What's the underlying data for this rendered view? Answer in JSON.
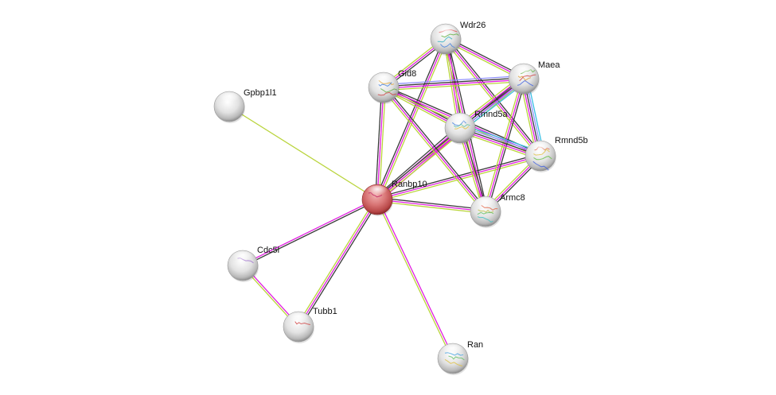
{
  "diagram": {
    "type": "protein-interaction-network",
    "edge_colors": {
      "experimental": "#e11de1",
      "database": "#39bfe4",
      "textmining": "#b9d43b",
      "coexpression": "#3a3a3a",
      "homology": "#8f8fff",
      "neighborhood": "#2f2f2f"
    },
    "nodes": [
      {
        "id": "Wdr26",
        "label": "Wdr26",
        "query": false,
        "structure_colors": [
          "#e05050",
          "#60b040",
          "#30b0c0",
          "#4080e0"
        ]
      },
      {
        "id": "Gid8",
        "label": "Gid8",
        "query": false,
        "structure_colors": [
          "#e0a030",
          "#4080e0",
          "#60b040",
          "#d04040"
        ]
      },
      {
        "id": "Maea",
        "label": "Maea",
        "query": false,
        "structure_colors": [
          "#60b040",
          "#e0a030",
          "#d04040",
          "#4060e0"
        ]
      },
      {
        "id": "Rmnd5a",
        "label": "Rmnd5a",
        "query": false,
        "structure_colors": [
          "#4080e0",
          "#60c0a0",
          "#e0c040"
        ]
      },
      {
        "id": "Rmnd5b",
        "label": "Rmnd5b",
        "query": false,
        "structure_colors": [
          "#e06040",
          "#e0c040",
          "#60c040",
          "#4060e0"
        ]
      },
      {
        "id": "Armc8",
        "label": "Armc8",
        "query": false,
        "structure_colors": [
          "#e06040",
          "#c0c040",
          "#60c060",
          "#40c0c0"
        ]
      },
      {
        "id": "Ranbp10",
        "label": "Ranbp10",
        "query": true,
        "structure_colors": [
          "#c02060"
        ]
      },
      {
        "id": "Gpbp1l1",
        "label": "Gpbp1l1",
        "query": false,
        "structure_colors": []
      },
      {
        "id": "Cdc5l",
        "label": "Cdc5l",
        "query": false,
        "structure_colors": [
          "#a070d0"
        ]
      },
      {
        "id": "Tubb1",
        "label": "Tubb1",
        "query": false,
        "structure_colors": [
          "#d04040"
        ]
      },
      {
        "id": "Ran",
        "label": "Ran",
        "query": false,
        "structure_colors": [
          "#40a0e0",
          "#60c060",
          "#e0c040"
        ]
      }
    ],
    "edges": [
      {
        "source": "Ranbp10",
        "target": "Gpbp1l1",
        "evidence": [
          "textmining"
        ]
      },
      {
        "source": "Ranbp10",
        "target": "Cdc5l",
        "evidence": [
          "coexpression",
          "experimental"
        ]
      },
      {
        "source": "Ranbp10",
        "target": "Tubb1",
        "evidence": [
          "coexpression",
          "experimental",
          "textmining"
        ]
      },
      {
        "source": "Ranbp10",
        "target": "Ran",
        "evidence": [
          "experimental",
          "textmining"
        ]
      },
      {
        "source": "Cdc5l",
        "target": "Tubb1",
        "evidence": [
          "experimental",
          "textmining"
        ]
      },
      {
        "source": "Ranbp10",
        "target": "Gid8",
        "evidence": [
          "coexpression",
          "experimental",
          "textmining"
        ]
      },
      {
        "source": "Ranbp10",
        "target": "Wdr26",
        "evidence": [
          "coexpression",
          "experimental",
          "textmining"
        ]
      },
      {
        "source": "Ranbp10",
        "target": "Rmnd5a",
        "evidence": [
          "coexpression",
          "experimental",
          "textmining",
          "experimental"
        ]
      },
      {
        "source": "Ranbp10",
        "target": "Rmnd5b",
        "evidence": [
          "coexpression",
          "experimental",
          "textmining"
        ]
      },
      {
        "source": "Ranbp10",
        "target": "Armc8",
        "evidence": [
          "coexpression",
          "experimental",
          "textmining"
        ]
      },
      {
        "source": "Ranbp10",
        "target": "Maea",
        "evidence": [
          "coexpression",
          "experimental",
          "textmining"
        ]
      },
      {
        "source": "Wdr26",
        "target": "Gid8",
        "evidence": [
          "coexpression",
          "experimental",
          "textmining"
        ]
      },
      {
        "source": "Wdr26",
        "target": "Maea",
        "evidence": [
          "coexpression",
          "experimental",
          "textmining"
        ]
      },
      {
        "source": "Wdr26",
        "target": "Rmnd5a",
        "evidence": [
          "coexpression",
          "experimental",
          "textmining"
        ]
      },
      {
        "source": "Wdr26",
        "target": "Rmnd5b",
        "evidence": [
          "coexpression",
          "experimental",
          "textmining"
        ]
      },
      {
        "source": "Wdr26",
        "target": "Armc8",
        "evidence": [
          "coexpression",
          "experimental",
          "textmining"
        ]
      },
      {
        "source": "Gid8",
        "target": "Maea",
        "evidence": [
          "homology",
          "coexpression",
          "experimental",
          "textmining"
        ]
      },
      {
        "source": "Gid8",
        "target": "Rmnd5a",
        "evidence": [
          "coexpression",
          "experimental",
          "textmining"
        ]
      },
      {
        "source": "Gid8",
        "target": "Rmnd5b",
        "evidence": [
          "coexpression",
          "experimental",
          "textmining"
        ]
      },
      {
        "source": "Gid8",
        "target": "Armc8",
        "evidence": [
          "coexpression",
          "experimental",
          "textmining"
        ]
      },
      {
        "source": "Maea",
        "target": "Rmnd5a",
        "evidence": [
          "database",
          "homology",
          "coexpression",
          "experimental",
          "textmining"
        ]
      },
      {
        "source": "Maea",
        "target": "Rmnd5b",
        "evidence": [
          "database",
          "homology",
          "coexpression",
          "experimental",
          "textmining"
        ]
      },
      {
        "source": "Maea",
        "target": "Armc8",
        "evidence": [
          "coexpression",
          "experimental",
          "textmining"
        ]
      },
      {
        "source": "Rmnd5a",
        "target": "Rmnd5b",
        "evidence": [
          "database",
          "homology",
          "coexpression",
          "experimental",
          "textmining"
        ]
      },
      {
        "source": "Rmnd5a",
        "target": "Armc8",
        "evidence": [
          "coexpression",
          "experimental",
          "textmining"
        ]
      },
      {
        "source": "Rmnd5b",
        "target": "Armc8",
        "evidence": [
          "coexpression",
          "experimental",
          "textmining"
        ]
      }
    ]
  }
}
